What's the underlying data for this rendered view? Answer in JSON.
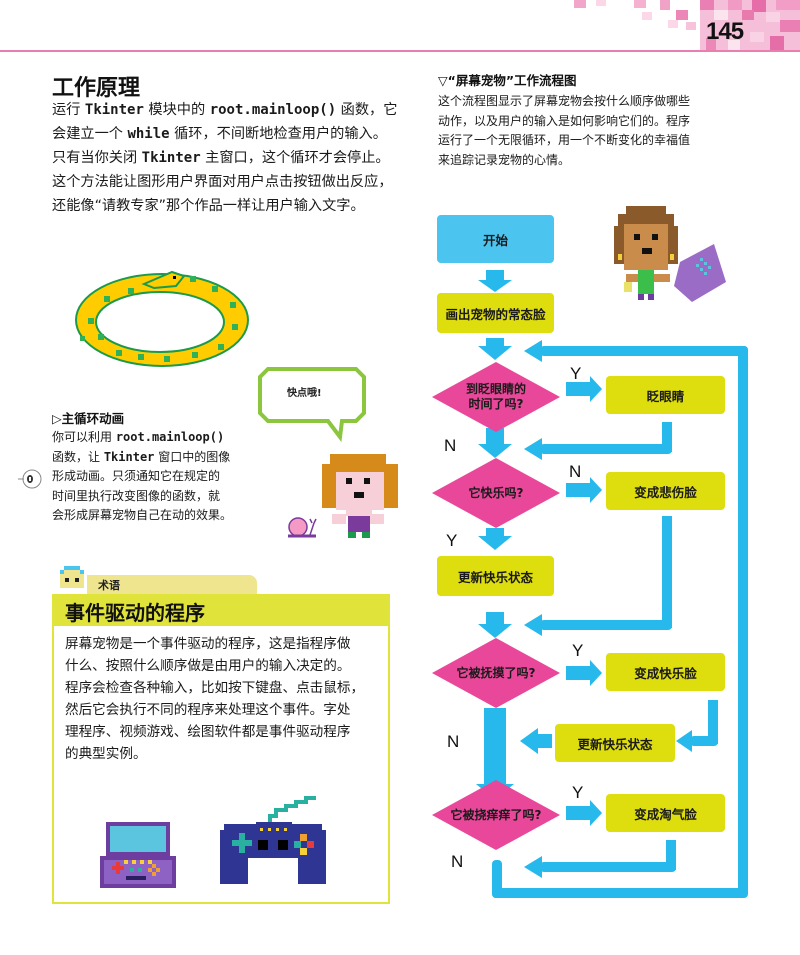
{
  "header": {
    "page_number": "145",
    "accent_color": "#e97fb0"
  },
  "left": {
    "section_title": "工作原理",
    "intro_paragraph": {
      "lines": [
        [
          "运行 ",
          "Tkinter",
          " 模块中的 ",
          "root.mainloop()",
          " 函数，它"
        ],
        [
          "会建立一个 ",
          "while",
          " 循环，不间断地检查用户的输入。"
        ],
        [
          "只有当你关闭 ",
          "Tkinter",
          " 主窗口，这个循环才会停止。"
        ],
        [
          "这个方法能让图形用户界面对用户点击按钮做出反应，"
        ],
        [
          "还能像“请教专家”那个作品一样让用户输入文字。"
        ]
      ]
    },
    "speech_bubble": "快点哦!",
    "mainloop_section": {
      "title": "▷主循环动画",
      "lines": [
        [
          "你可以利用 ",
          "root.mainloop()"
        ],
        [
          "函数，让 ",
          "Tkinter",
          " 窗口中的图像"
        ],
        [
          "形成动画。只须通知它在规定的"
        ],
        [
          "时间里执行改变图像的函数，就"
        ],
        [
          "会形成屏幕宠物自己在动的效果。"
        ]
      ]
    },
    "term_box": {
      "tab_label": "术语",
      "title": "事件驱动的程序",
      "body_lines": [
        "屏幕宠物是一个事件驱动的程序，这是指程序做",
        "什么、按照什么顺序做是由用户的输入决定的。",
        "程序会检查各种输入，比如按下键盘、点击鼠标，",
        "然后它会执行不同的程序来处理这个事件。字处",
        "理程序、视频游戏、绘图软件都是事件驱动程序",
        "的典型实例。"
      ]
    }
  },
  "right": {
    "flowchart_title": "▽“屏幕宠物”工作流程图",
    "flowchart_desc_lines": [
      "这个流程图显示了屏幕宠物会按什么顺序做哪些",
      "动作，以及用户的输入是如何影响它们的。程序",
      "运行了一个无限循环，用一个不断变化的幸福值",
      "来追踪记录宠物的心情。"
    ],
    "flowchart": {
      "colors": {
        "start": "#4cc4f0",
        "process": "#dedd0e",
        "decision": "#e9479a",
        "arrow": "#27b9ec"
      },
      "nodes": {
        "start": "开始",
        "draw_normal": "画出宠物的常态脸",
        "q_blink": "到眨眼睛的\n时间了吗?",
        "blink": "眨眼睛",
        "q_happy": "它快乐吗?",
        "sad_face": "变成悲伤脸",
        "update_happy_1": "更新快乐状态",
        "q_petted": "它被抚摸了吗?",
        "happy_face": "变成快乐脸",
        "update_happy_2": "更新快乐状态",
        "q_tickled": "它被挠痒痒了吗?",
        "cheeky_face": "变成淘气脸"
      },
      "labels": {
        "blink_yes": "Y",
        "blink_no": "N",
        "happy_no": "N",
        "happy_yes": "Y",
        "petted_yes": "Y",
        "petted_no": "N",
        "tickled_yes": "Y",
        "tickled_no": "N"
      }
    }
  }
}
